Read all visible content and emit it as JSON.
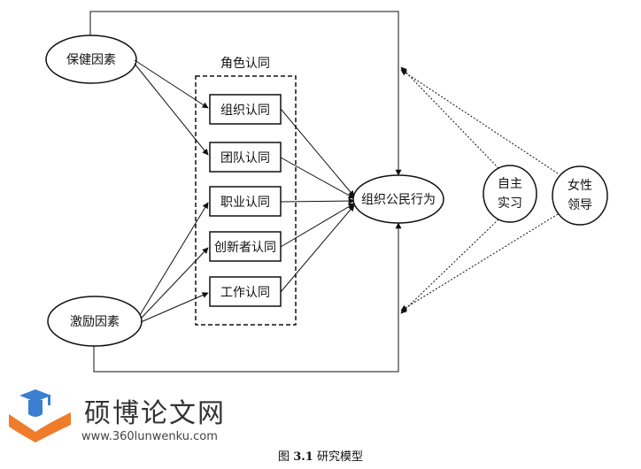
{
  "group": {
    "label": "角色认同"
  },
  "nodes": {
    "baojian": "保健因素",
    "jili": "激励因素",
    "zuzhi_rentong": "组织认同",
    "tuandui_rentong": "团队认同",
    "zhiye_rentong": "职业认同",
    "chuangxin_rentong": "创新者认同",
    "gongzuo_rentong": "工作认同",
    "ocb": "组织公民行为",
    "zizhu_line1": "自主",
    "zizhu_line2": "实习",
    "nvxing_line1": "女性",
    "nvxing_line2": "领导"
  },
  "watermark": {
    "name": "硕博论文网",
    "url": "www.360lunwenku.com",
    "colors": {
      "blue": "#3b7fd1",
      "orange": "#f07c2a"
    }
  },
  "caption": {
    "prefix": "图",
    "number": "3.1",
    "title": "研究模型"
  }
}
